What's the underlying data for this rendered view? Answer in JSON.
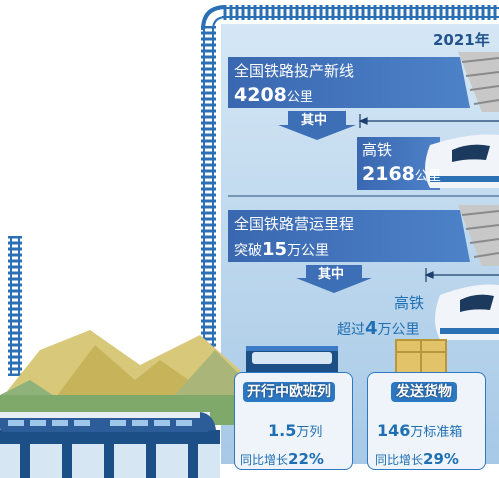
{
  "year": "2021年",
  "new_lines": {
    "title": "全国铁路投产新线",
    "value": "4208",
    "unit": "公里"
  },
  "qizhong_1": "其中",
  "hsr_new": {
    "label": "高铁",
    "value": "2168",
    "unit": "公里"
  },
  "operating": {
    "title": "全国铁路营运里程",
    "prefix": "突破",
    "value": "15",
    "unit": "万公里"
  },
  "qizhong_2": "其中",
  "hsr_operating": {
    "label": "高铁",
    "prefix": "超过",
    "value": "4",
    "unit": "万公里"
  },
  "card_trains": {
    "title": "开行中欧班列",
    "value": "1.5",
    "unit": "万列",
    "growth_prefix": "同比增长",
    "growth_value": "22%"
  },
  "card_goods": {
    "title": "发送货物",
    "value": "146",
    "unit": "万标准箱",
    "growth_prefix": "同比增长",
    "growth_value": "29%"
  },
  "colors": {
    "banner": "#3d6fb6",
    "text_blue": "#1e6fb3",
    "sky": "#a9cce8",
    "track": "#2b6fb5",
    "hill": "#d8c97a"
  }
}
